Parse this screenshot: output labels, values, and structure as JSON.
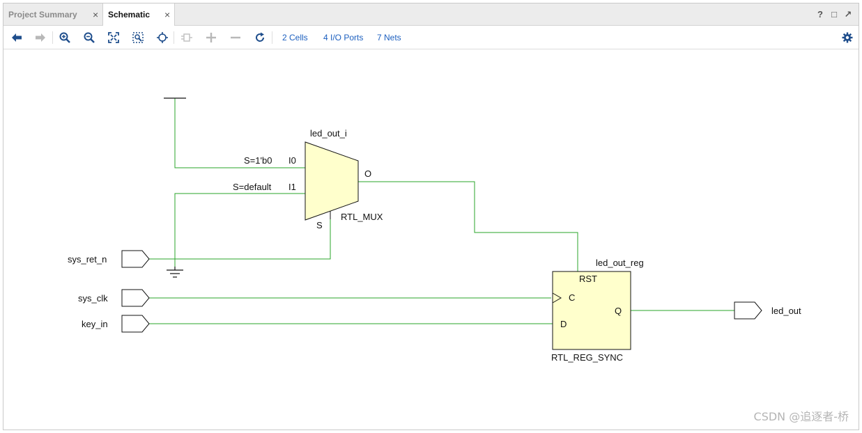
{
  "tabs": [
    {
      "label": "Project Summary",
      "active": false
    },
    {
      "label": "Schematic",
      "active": true
    }
  ],
  "tab_close_glyph": "×",
  "window_icons": [
    "help-icon",
    "maximize-icon",
    "restore-icon"
  ],
  "window_icon_glyphs": {
    "help": "?",
    "max": "□",
    "restore": "↗"
  },
  "toolbar": {
    "buttons": [
      "back-icon",
      "forward-icon",
      "zoom-in-icon",
      "zoom-out-icon",
      "zoom-fit-icon",
      "zoom-area-icon",
      "select-icon",
      "collapse-icon",
      "expand-icon",
      "remove-icon",
      "regenerate-icon"
    ],
    "links": [
      "2 Cells",
      "4 I/O Ports",
      "7 Nets"
    ],
    "settings_icon": "gear-icon"
  },
  "schematic": {
    "mux": {
      "instance": "led_out_i",
      "type": "RTL_MUX",
      "pins": {
        "i0": "I0",
        "i1": "I1",
        "o": "O",
        "s": "S"
      },
      "inputs_labels": {
        "i0": "S=1'b0",
        "i1": "S=default"
      }
    },
    "reg": {
      "instance": "led_out_reg",
      "type": "RTL_REG_SYNC",
      "pins": {
        "rst": "RST",
        "c": "C",
        "d": "D",
        "q": "Q"
      }
    },
    "input_ports": [
      "sys_ret_n",
      "sys_clk",
      "key_in"
    ],
    "output_ports": [
      "led_out"
    ]
  },
  "watermark": "CSDN @追逐者-桥",
  "colors": {
    "wire": "#2aa52a",
    "cell_fill": "#ffffcc",
    "link": "#1c5fbf",
    "icon": "#1f4e8c"
  }
}
